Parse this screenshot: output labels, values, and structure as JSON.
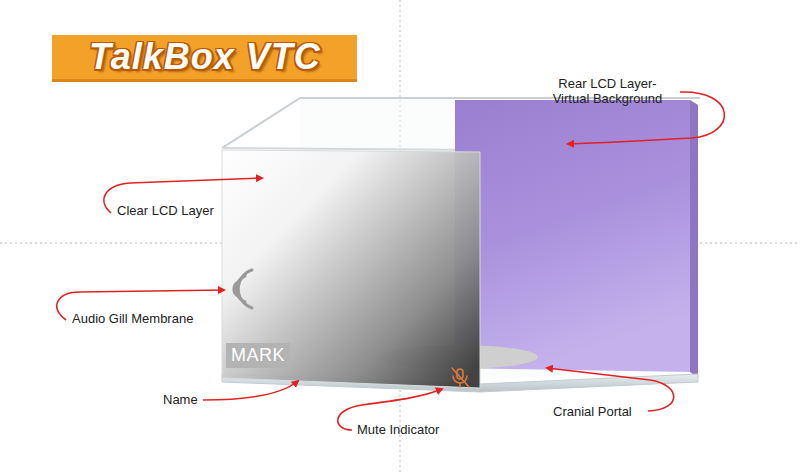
{
  "diagram": {
    "title": "TalkBox VTC",
    "nodes": [
      {
        "text": [
          "MARK"
        ]
      }
    ],
    "labels": [
      "Rear LCD Layer- Virtual Background",
      "Clear LCD Layer",
      "Audio Gill Membrane",
      "Name",
      "Mute Indicator",
      "Cranial Portal"
    ]
  }
}
